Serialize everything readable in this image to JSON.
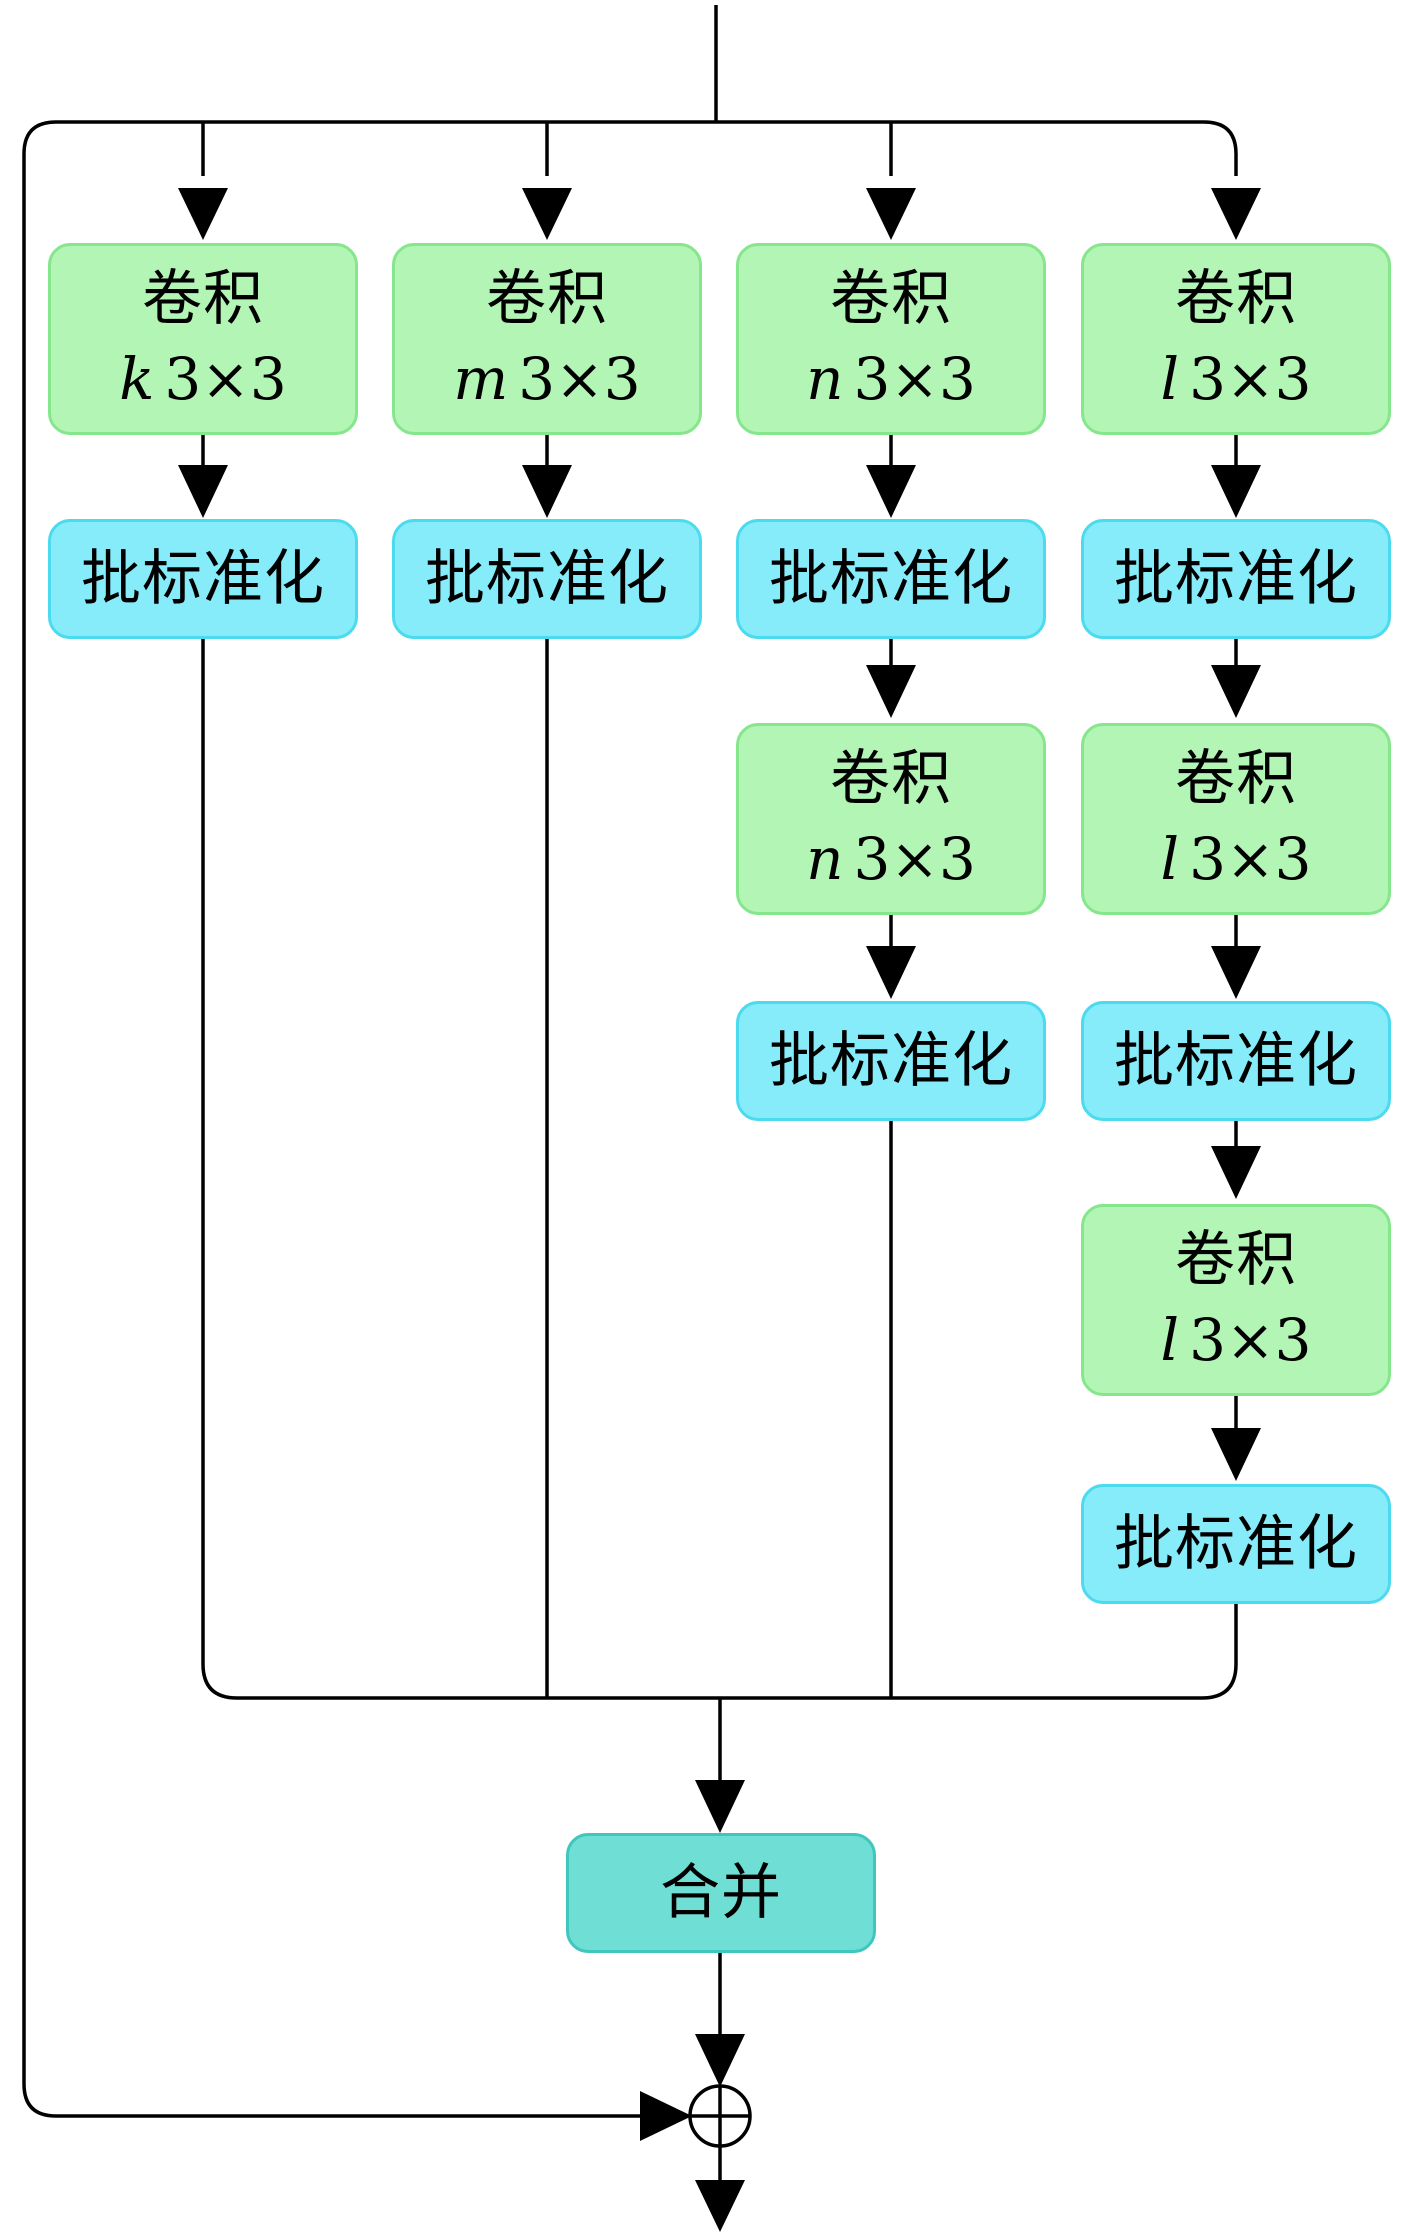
{
  "conv_label": "卷积",
  "bn_label": "批标准化",
  "merge_label": "合并",
  "kernel_size": "3×3",
  "branches": [
    {
      "filters": "k",
      "depth": 1
    },
    {
      "filters": "m",
      "depth": 1
    },
    {
      "filters": "n",
      "depth": 2
    },
    {
      "filters": "l",
      "depth": 3
    }
  ],
  "colors": {
    "conv_fill": "#b2f5b5",
    "bn_fill": "#86ecfa",
    "merge_fill": "#6fded5",
    "line": "#000000"
  }
}
